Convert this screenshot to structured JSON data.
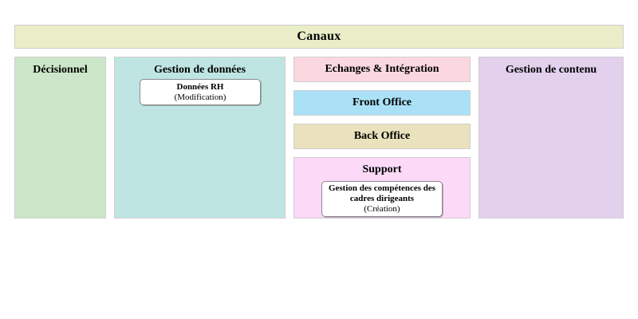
{
  "banner": {
    "label": "Canaux",
    "color": "#e9edc8"
  },
  "columns": {
    "decisionnel": {
      "title": "Décisionnel",
      "color": "#cbe6c8"
    },
    "gestion_donnees": {
      "title": "Gestion de données",
      "color": "#bfe5e3",
      "card": {
        "title": "Données RH",
        "subtitle": "(Modification)"
      }
    },
    "gestion_contenu": {
      "title": "Gestion de contenu",
      "color": "#e2d0ed"
    }
  },
  "middle": {
    "echanges": {
      "title": "Echanges & Intégration",
      "color": "#fbd8e0"
    },
    "front_office": {
      "title": "Front Office",
      "color": "#aae1f7"
    },
    "back_office": {
      "title": "Back Office",
      "color": "#e9e2bc"
    },
    "support": {
      "title": "Support",
      "color": "#fbd9f7",
      "card": {
        "title_line1": "Gestion des compétences des",
        "title_line2": "cadres dirigeants",
        "subtitle": "(Création)"
      }
    }
  }
}
